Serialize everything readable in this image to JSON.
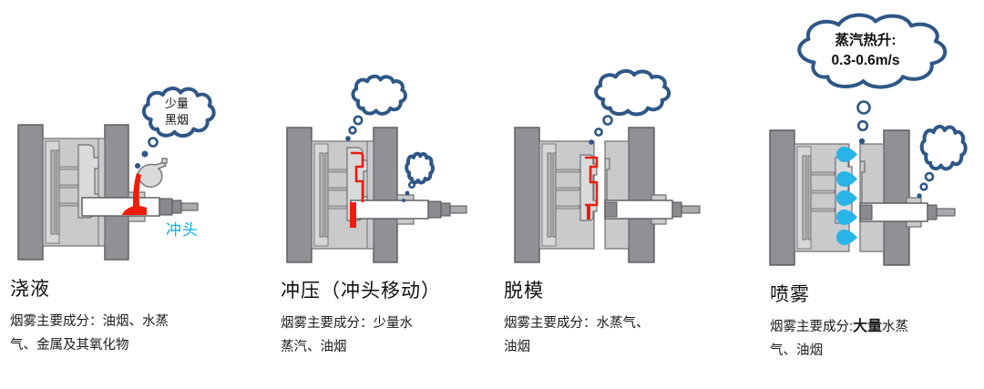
{
  "panels": [
    {
      "id": "pouring",
      "title": "浇液",
      "desc_line1": "烟雾主要成分：油烟、水蒸",
      "desc_line2": "气、金属及其氧化物",
      "cloud_line1": "少量",
      "cloud_line2": "黑烟",
      "punch_label": "冲头"
    },
    {
      "id": "stamping",
      "title": "冲压（冲头移动）",
      "desc_line1": "烟雾主要成分：少量水",
      "desc_line2": "蒸汽、油烟"
    },
    {
      "id": "demolding",
      "title": "脱模",
      "desc_line1": "烟雾主要成分：水蒸气、",
      "desc_line2": "油烟"
    },
    {
      "id": "spraying",
      "title": "喷雾",
      "desc_prefix": "烟雾主要成分:",
      "desc_bold": "大量",
      "desc_suffix": "水蒸",
      "desc_line2": "气、油烟",
      "cloud_line1": "蒸汽热升:",
      "cloud_line2": "0.3-0.6m/s"
    }
  ],
  "colors": {
    "cloud_outline": "#2e5786",
    "droplet_cyan": "#29b4e8",
    "molten_red": "#ed1c0c",
    "punch_label_cyan": "#00b0f0",
    "plate_gray": "#8f9194",
    "mold_gray": "#c9cacb"
  }
}
